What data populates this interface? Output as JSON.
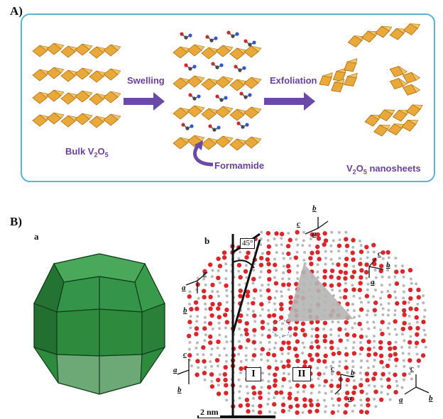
{
  "panel_a": {
    "label": "A)",
    "step1_label": "Swelling",
    "step2_label": "Exfoliation",
    "bulk_label": {
      "prefix": "Bulk V",
      "sub1": "2",
      "mid": "O",
      "sub2": "5",
      "suffix": ""
    },
    "formamide_label": "Formamide",
    "nanosheets_label": {
      "prefix": "V",
      "sub1": "2",
      "mid": "O",
      "sub2": "5",
      "suffix": " nanosheets"
    },
    "colors": {
      "frame": "#5ab4d6",
      "arrow": "#6a4aa6",
      "sheet": "#e8a83a"
    }
  },
  "panel_b": {
    "label": "B)",
    "sub_a": "a",
    "sub_b": "b",
    "angle_label": "45°",
    "region_1": "I",
    "region_2": "II",
    "scale_label": "2 nm",
    "axis_a": "a",
    "axis_b": "b",
    "axis_c": "c",
    "colors": {
      "polyhedron": "#2e8b3e",
      "atom_red": "#d8262a",
      "atom_grey": "#b8b8b8",
      "triangle": "#b5b5b5"
    }
  }
}
